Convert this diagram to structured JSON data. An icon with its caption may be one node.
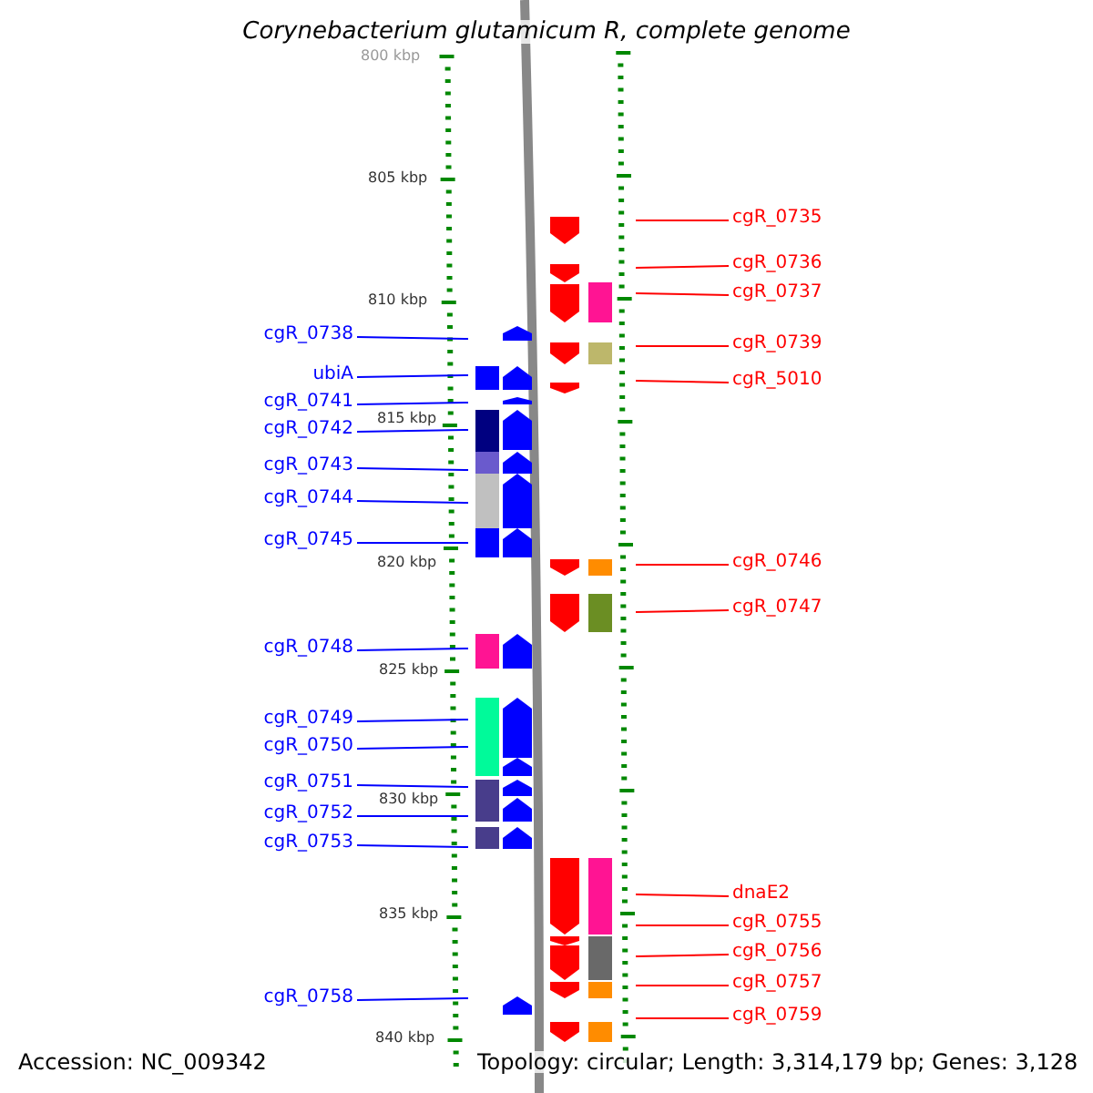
{
  "diagram": {
    "title": "Corynebacterium glutamicum R, complete genome",
    "nodes": [
      {
        "text": [
          "cgR_0735"
        ]
      },
      {
        "text": [
          "cgR_0736"
        ]
      },
      {
        "text": [
          "cgR_0737"
        ]
      },
      {
        "text": [
          "cgR_0738"
        ]
      },
      {
        "text": [
          "cgR_0739"
        ]
      },
      {
        "text": [
          "ubiA"
        ]
      },
      {
        "text": [
          "cgR_5010"
        ]
      },
      {
        "text": [
          "cgR_0741"
        ]
      },
      {
        "text": [
          "cgR_0742"
        ]
      },
      {
        "text": [
          "cgR_0743"
        ]
      },
      {
        "text": [
          "cgR_0744"
        ]
      },
      {
        "text": [
          "cgR_0745"
        ]
      },
      {
        "text": [
          "cgR_0746"
        ]
      },
      {
        "text": [
          "cgR_0747"
        ]
      },
      {
        "text": [
          "cgR_0748"
        ]
      },
      {
        "text": [
          "cgR_0749"
        ]
      },
      {
        "text": [
          "cgR_0750"
        ]
      },
      {
        "text": [
          "cgR_0751"
        ]
      },
      {
        "text": [
          "cgR_0752"
        ]
      },
      {
        "text": [
          "cgR_0753"
        ]
      },
      {
        "text": [
          "dnaE2"
        ]
      },
      {
        "text": [
          "cgR_0755"
        ]
      },
      {
        "text": [
          "cgR_0756"
        ]
      },
      {
        "text": [
          "cgR_0757"
        ]
      },
      {
        "text": [
          "cgR_0758"
        ]
      },
      {
        "text": [
          "cgR_0759"
        ]
      }
    ],
    "edges": [
      {
        "from": 0,
        "to": null,
        "arrow": "none",
        "color": "#ff0000"
      },
      {
        "from": 1,
        "to": null,
        "arrow": "none",
        "color": "#ff0000"
      },
      {
        "from": 2,
        "to": null,
        "arrow": "none",
        "color": "#ff0000"
      },
      {
        "from": 3,
        "to": null,
        "arrow": "none"
      },
      {
        "from": 4,
        "to": null,
        "arrow": "none",
        "color": "#ff0000"
      },
      {
        "from": 5,
        "to": null,
        "arrow": "none"
      },
      {
        "from": 6,
        "to": null,
        "arrow": "none",
        "color": "#ff0000"
      },
      {
        "from": 7,
        "to": null,
        "arrow": "none"
      },
      {
        "from": 8,
        "to": null,
        "arrow": "none"
      },
      {
        "from": 9,
        "to": null,
        "arrow": "none"
      },
      {
        "from": 10,
        "to": null,
        "arrow": "none"
      },
      {
        "from": 11,
        "to": null,
        "arrow": "none"
      },
      {
        "from": 12,
        "to": null,
        "arrow": "none",
        "color": "#ff0000"
      },
      {
        "from": 13,
        "to": null,
        "arrow": "none",
        "color": "#ff0000"
      },
      {
        "from": 14,
        "to": null,
        "arrow": "none"
      },
      {
        "from": 15,
        "to": null,
        "arrow": "none"
      },
      {
        "from": 16,
        "to": null,
        "arrow": "none"
      },
      {
        "from": 17,
        "to": null,
        "arrow": "none"
      },
      {
        "from": 18,
        "to": null,
        "arrow": "none"
      },
      {
        "from": 19,
        "to": null,
        "arrow": "none"
      },
      {
        "from": 20,
        "to": null,
        "arrow": "none",
        "color": "#ff0000"
      },
      {
        "from": 21,
        "to": null,
        "arrow": "none",
        "color": "#ff0000"
      },
      {
        "from": 22,
        "to": null,
        "arrow": "none",
        "color": "#ff0000"
      },
      {
        "from": 23,
        "to": null,
        "arrow": "none",
        "color": "#ff0000"
      },
      {
        "from": 24,
        "to": null,
        "arrow": "none"
      },
      {
        "from": 25,
        "to": null,
        "arrow": "none",
        "color": "#ff0000"
      }
    ],
    "labels": [
      "800 kbp",
      "805 kbp",
      "810 kbp",
      "815 kbp",
      "820 kbp",
      "825 kbp",
      "830 kbp",
      "835 kbp",
      "840 kbp",
      "Accession: NC_009342",
      "Topology: circular; Length: 3,314,179 bp; Genes: 3,128"
    ]
  }
}
